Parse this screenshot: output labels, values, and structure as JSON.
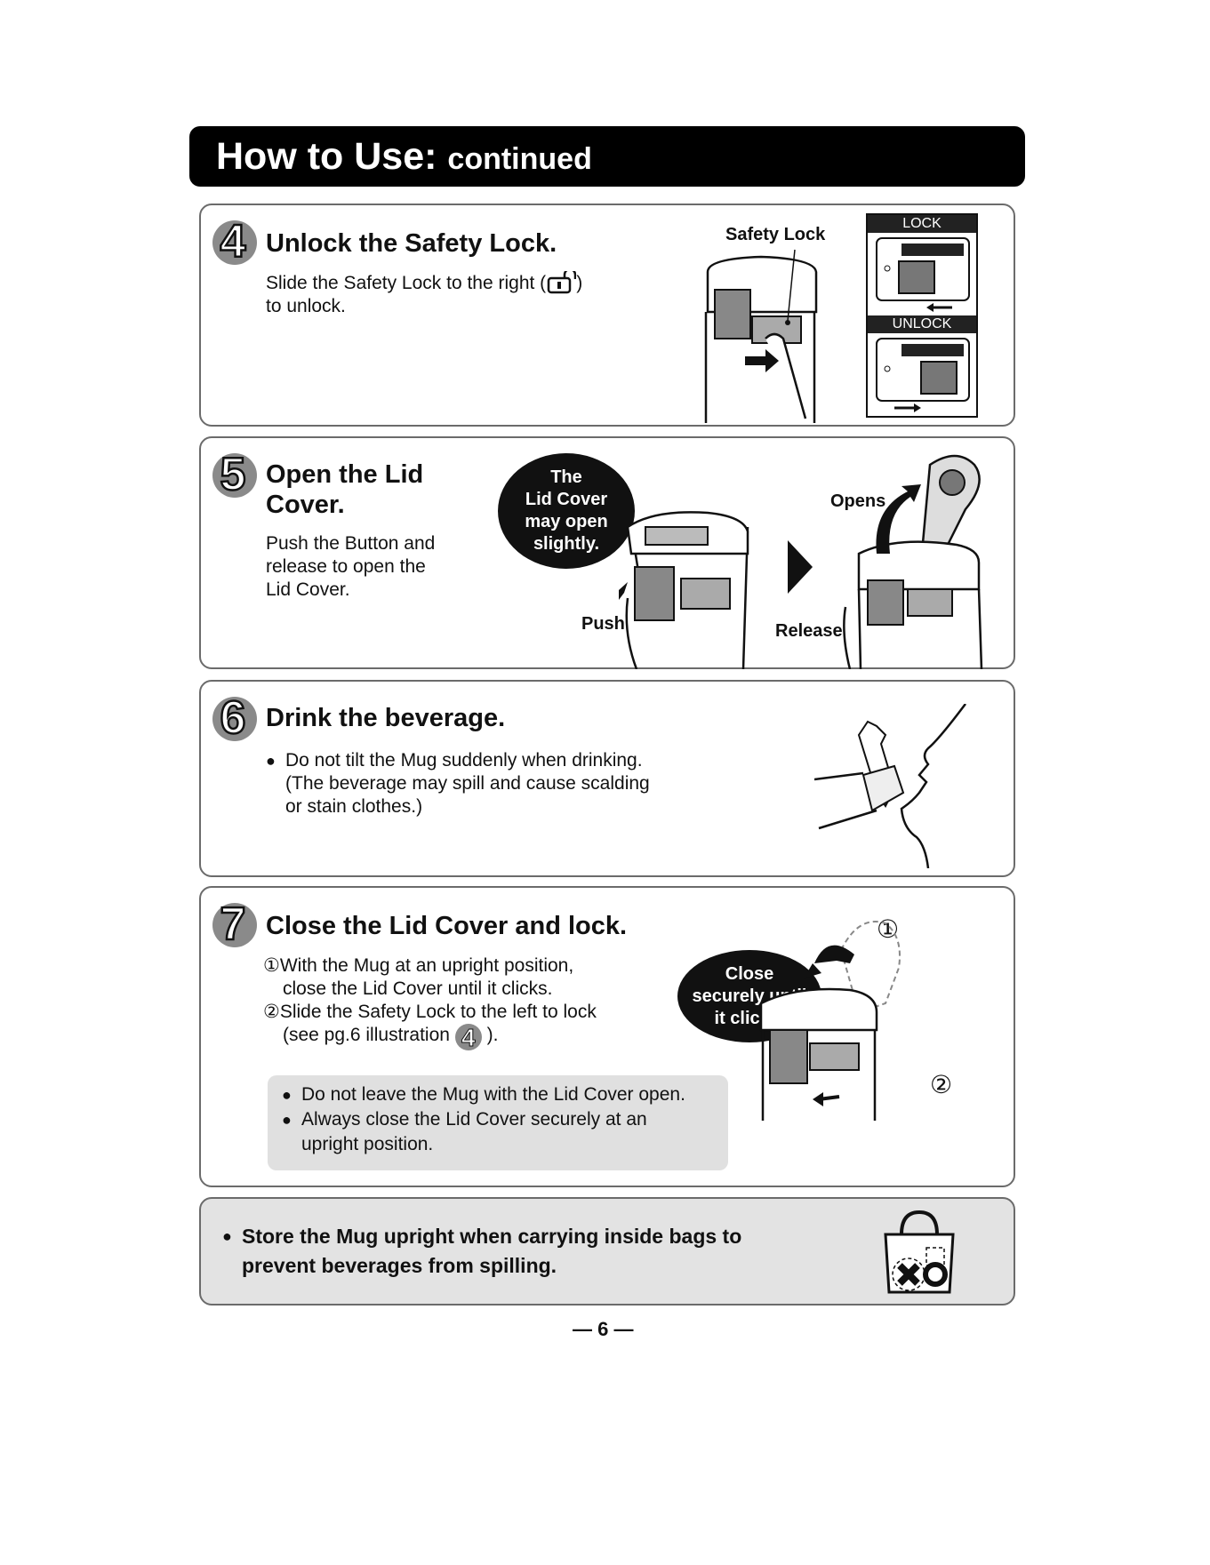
{
  "header": {
    "title_main": "How to Use:",
    "title_sub": "continued"
  },
  "step4": {
    "number": "4",
    "title": "Unlock the Safety Lock.",
    "text_line1": "Slide the Safety Lock to the right (",
    "text_line1_end": ")",
    "text_line2": "to unlock.",
    "label_safety_lock": "Safety Lock",
    "lock_label": "LOCK",
    "unlock_label": "UNLOCK"
  },
  "step5": {
    "number": "5",
    "title_line1": "Open the Lid",
    "title_line2": "Cover.",
    "text_lines": [
      "Push the Button and",
      "release to open the",
      "Lid Cover."
    ],
    "bubble_lines": [
      "The",
      "Lid Cover",
      "may open",
      "slightly."
    ],
    "label_push": "Push",
    "label_release": "Release",
    "label_opens": "Opens"
  },
  "step6": {
    "number": "6",
    "title": "Drink the beverage.",
    "bullet_lines": [
      "Do not tilt the Mug suddenly when drinking.",
      "(The beverage may spill and cause scalding",
      "or stain clothes.)"
    ]
  },
  "step7": {
    "number": "7",
    "title": "Close the Lid Cover and lock.",
    "item1_line1": "①With the Mug at an upright position,",
    "item1_line2": "close the Lid Cover until it clicks.",
    "item2_line1": "②Slide the Safety Lock to the left to lock",
    "item2_line2": "(see pg.6 illustration",
    "item2_ref": "4",
    "item2_end": ").",
    "note1": "Do not leave the Mug with the Lid Cover open.",
    "note2_line1": "Always close the Lid Cover securely at an",
    "note2_line2": "upright position.",
    "bubble_lines": [
      "Close",
      "securely until",
      "it clicks."
    ],
    "marker1": "①",
    "marker2": "②"
  },
  "footer_note": {
    "line1": "Store the Mug upright when carrying inside bags to",
    "line2": "prevent beverages from spilling."
  },
  "page_number": "— 6 —"
}
